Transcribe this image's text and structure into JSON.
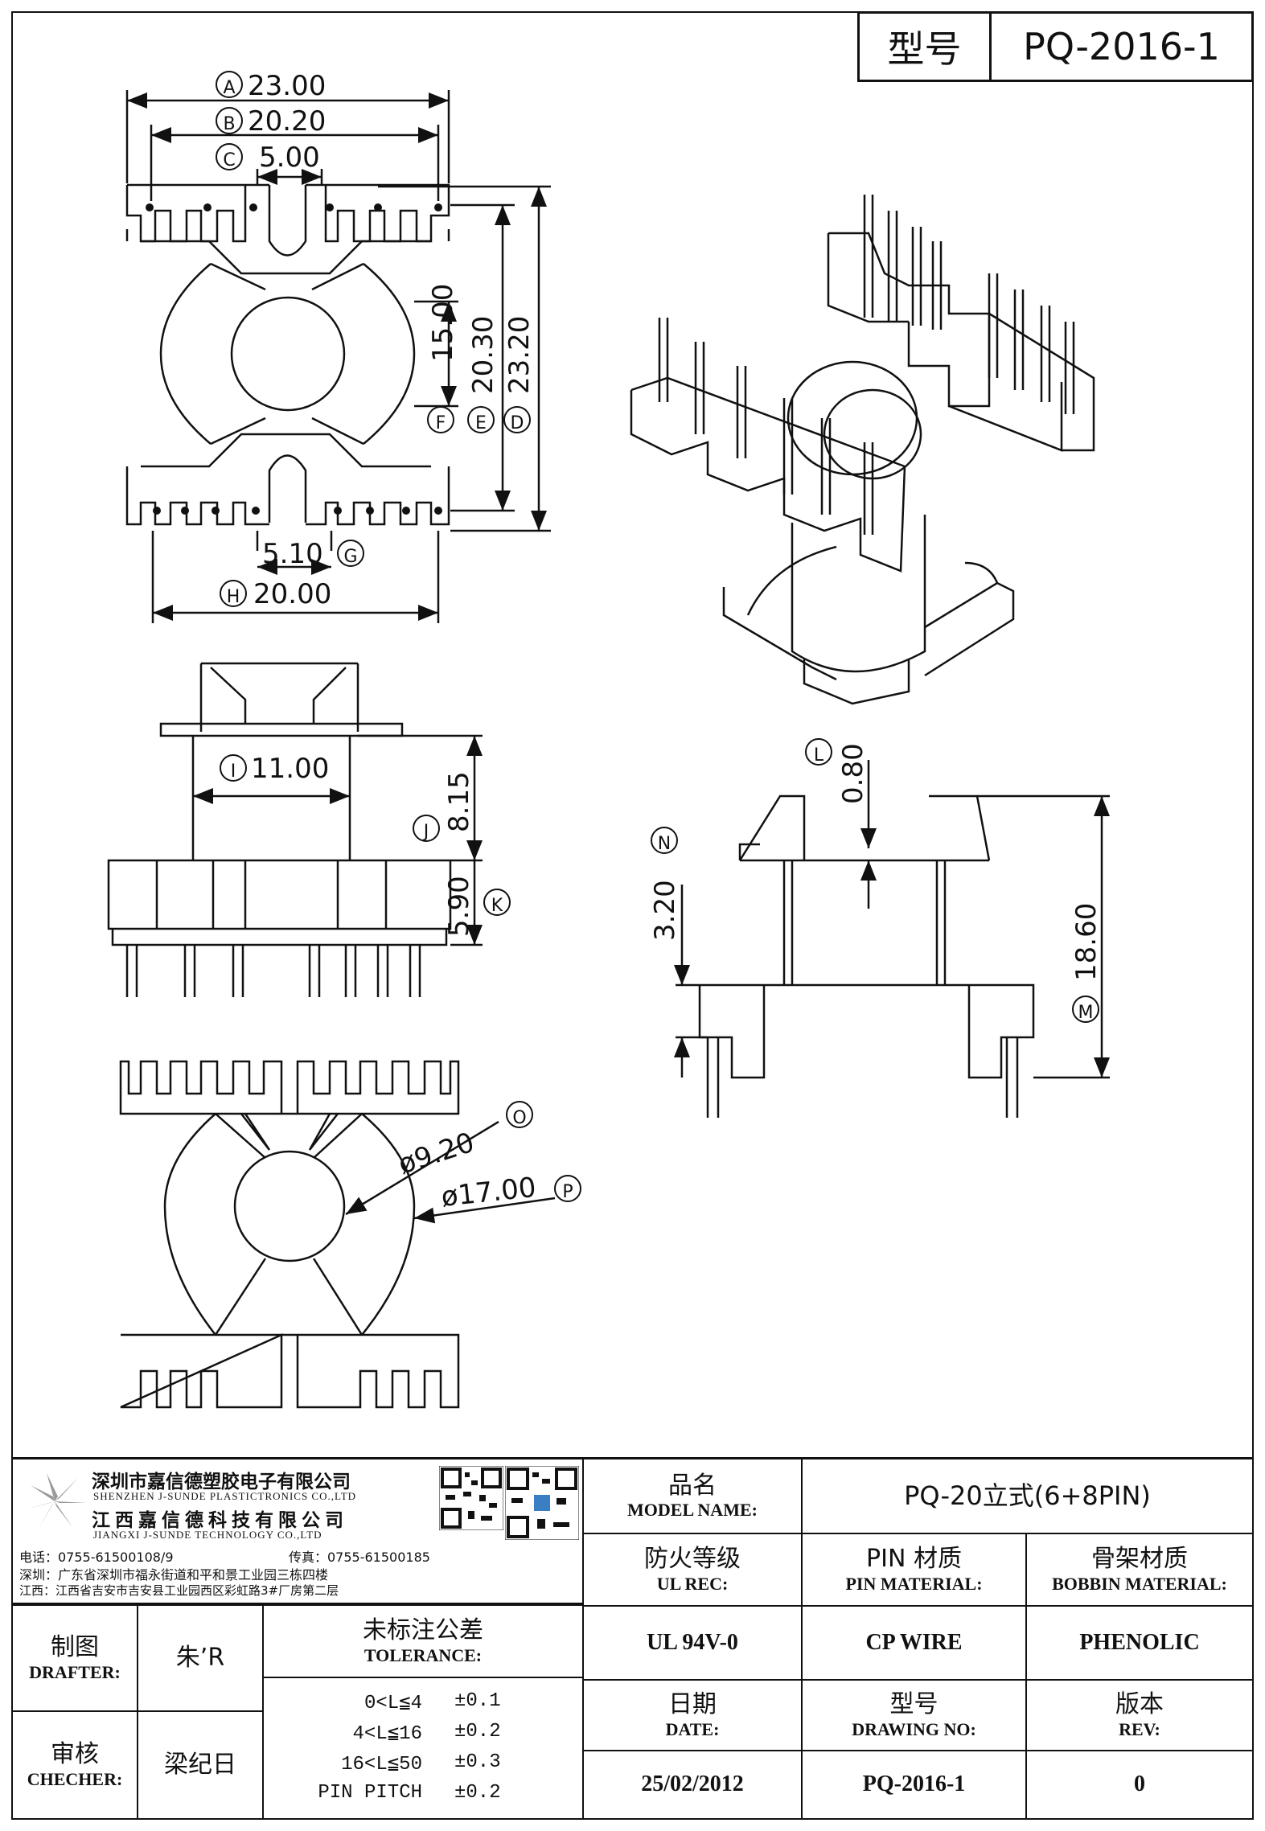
{
  "title_block": {
    "label": "型号",
    "value": "PQ-2016-1"
  },
  "dimensions": {
    "A": "23.00",
    "B": "20.20",
    "C": "5.00",
    "D": "23.20",
    "E": "20.30",
    "F": "15.00",
    "G": "5.10",
    "H": "20.00",
    "I": "11.00",
    "J": "8.15",
    "K": "5.90",
    "L": "0.80",
    "M": "18.60",
    "N": "3.20",
    "O": "ø9.20",
    "P": "ø17.00"
  },
  "company": {
    "name_cn_1": "深圳市嘉信德塑胶电子有限公司",
    "name_en_1": "SHENZHEN J-SUNDE PLASTICTRONICS CO.,LTD",
    "name_cn_2": "江西嘉信德科技有限公司",
    "name_en_2": "JIANGXI J-SUNDE TECHNOLOGY CO.,LTD",
    "phone": "电话：0755-61500108/9",
    "fax": "传真：0755-61500185",
    "addr_sz": "深圳：广东省深圳市福永街道和平和景工业园三栋四楼",
    "addr_jx": "江西：江西省吉安市吉安县工业园西区彩虹路3#厂房第二层"
  },
  "info": {
    "model_name_cn": "品名",
    "model_name_en": "MODEL NAME:",
    "model_name_value": "PQ-20立式(6+8PIN)",
    "ul_cn": "防火等级",
    "ul_en": "UL REC:",
    "pin_cn": "PIN 材质",
    "pin_en": "PIN MATERIAL:",
    "bobbin_cn": "骨架材质",
    "bobbin_en": "BOBBIN MATERIAL:",
    "ul_value": "UL 94V-0",
    "pin_value": "CP WIRE",
    "bobbin_value": "PHENOLIC",
    "date_cn": "日期",
    "date_en": "DATE:",
    "drawing_cn": "型号",
    "drawing_en": "DRAWING NO:",
    "rev_cn": "版本",
    "rev_en": "REV:",
    "date_value": "25/02/2012",
    "drawing_value": "PQ-2016-1",
    "rev_value": "0"
  },
  "approvals": {
    "drafter_cn": "制图",
    "drafter_en": "DRAFTER:",
    "drafter_name": "朱’R",
    "checker_cn": "审核",
    "checker_en": "CHECHER:",
    "checker_name": "梁纪日"
  },
  "tolerance": {
    "title_cn": "未标注公差",
    "title_en": "TOLERANCE:",
    "rows": [
      {
        "range": "0<L≦4",
        "tol": "±0.1"
      },
      {
        "range": "4<L≦16",
        "tol": "±0.2"
      },
      {
        "range": "16<L≦50",
        "tol": "±0.3"
      },
      {
        "range": "PIN PITCH",
        "tol": "±0.2"
      }
    ]
  }
}
